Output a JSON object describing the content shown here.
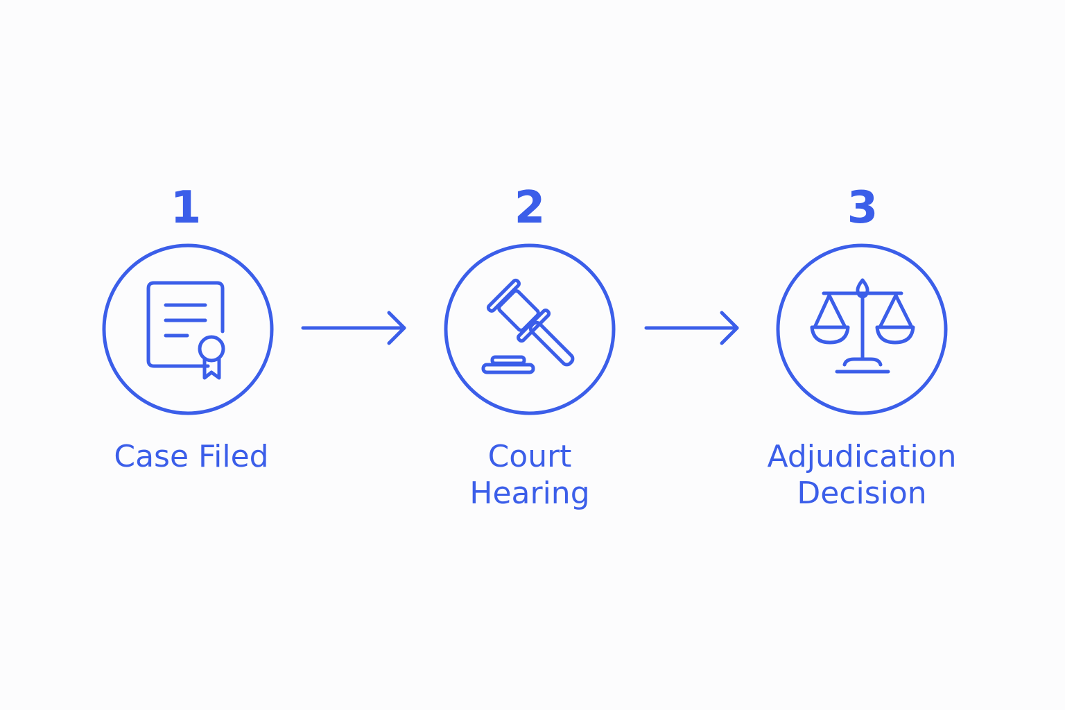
{
  "colors": {
    "accent": "#3b5ee9",
    "background": "#fcfcfd"
  },
  "steps": [
    {
      "number": "1",
      "label": "Case Filed",
      "icon": "certificate-document-icon"
    },
    {
      "number": "2",
      "label": "Court\nHearing",
      "icon": "gavel-icon"
    },
    {
      "number": "3",
      "label": "Adjudication\nDecision",
      "icon": "scales-of-justice-icon"
    }
  ],
  "connectors": [
    {
      "from": "1",
      "to": "2",
      "icon": "arrow-right-icon"
    },
    {
      "from": "2",
      "to": "3",
      "icon": "arrow-right-icon"
    }
  ]
}
